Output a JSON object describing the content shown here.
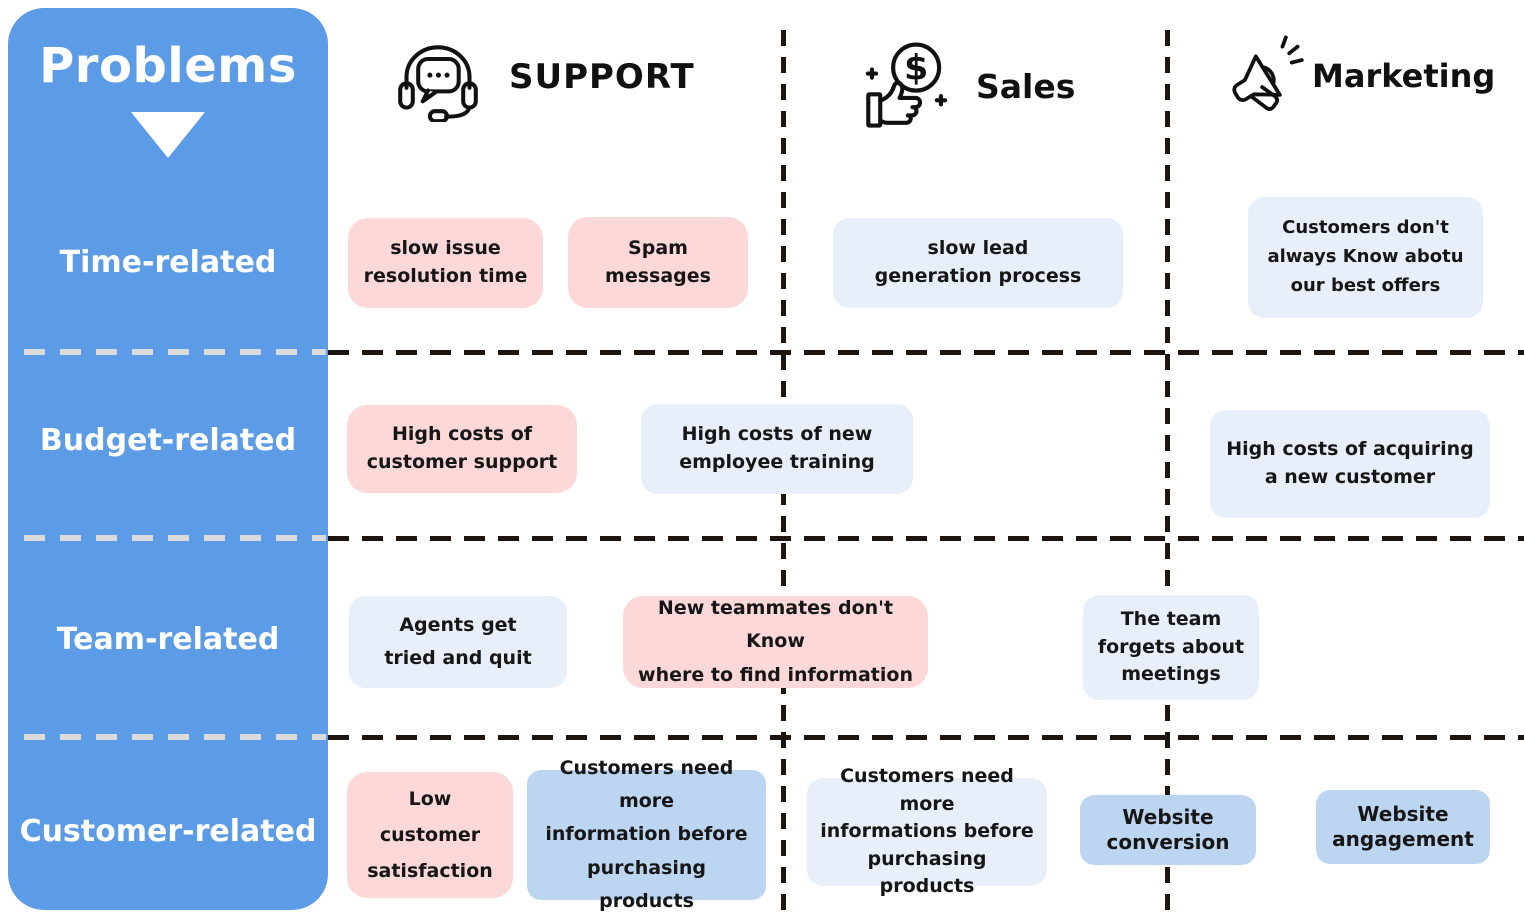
{
  "sidebar": {
    "title": "Problems",
    "rows": [
      {
        "label": "Time-related"
      },
      {
        "label": "Budget-related"
      },
      {
        "label": "Team-related"
      },
      {
        "label": "Customer-related"
      }
    ]
  },
  "columns": [
    {
      "label": "SUPPORT",
      "icon": "headset-chat-icon"
    },
    {
      "label": "Sales",
      "icon": "hand-holding-dollar-icon"
    },
    {
      "label": "Marketing",
      "icon": "megaphone-icon"
    }
  ],
  "cards": [
    {
      "text": "slow issue\nresolution time",
      "color": "pink",
      "row": "Time-related",
      "column": "SUPPORT"
    },
    {
      "text": "Spam\nmessages",
      "color": "pink",
      "row": "Time-related",
      "column": "SUPPORT"
    },
    {
      "text": "slow lead\ngeneration process",
      "color": "light-blue",
      "row": "Time-related",
      "column": "Sales"
    },
    {
      "text": "Customers don't\nalways Know abotu\nour best offers",
      "color": "light-blue",
      "row": "Time-related",
      "column": "Marketing"
    },
    {
      "text": "High costs of\ncustomer support",
      "color": "pink",
      "row": "Budget-related",
      "column": "SUPPORT"
    },
    {
      "text": "High costs of new\nemployee training",
      "color": "light-blue",
      "row": "Budget-related",
      "column": "SUPPORT/Sales"
    },
    {
      "text": "High costs of acquiring\na new customer",
      "color": "light-blue",
      "row": "Budget-related",
      "column": "Marketing"
    },
    {
      "text": "Agents get\ntried and quit",
      "color": "light-blue",
      "row": "Team-related",
      "column": "SUPPORT"
    },
    {
      "text": "New teammates don't Know\nwhere to find information",
      "color": "pink",
      "row": "Team-related",
      "column": "SUPPORT/Sales"
    },
    {
      "text": "The team\nforgets about\nmeetings",
      "color": "light-blue",
      "row": "Team-related",
      "column": "Sales/Marketing"
    },
    {
      "text": "Low\ncustomer\nsatisfaction",
      "color": "pink",
      "row": "Customer-related",
      "column": "SUPPORT"
    },
    {
      "text": "Customers need more\ninformation before\npurchasing products",
      "color": "medium-blue",
      "row": "Customer-related",
      "column": "SUPPORT"
    },
    {
      "text": "Customers need more\ninformations before\npurchasing products",
      "color": "light-blue",
      "row": "Customer-related",
      "column": "Sales"
    },
    {
      "text": "Website\nconversion",
      "color": "medium-blue",
      "row": "Customer-related",
      "column": "Sales/Marketing"
    },
    {
      "text": "Website\nangagement",
      "color": "medium-blue",
      "row": "Customer-related",
      "column": "Marketing"
    }
  ],
  "colors": {
    "sidebar_blue": "#5C9CE6",
    "card_pink": "#FCD8D8",
    "card_light_blue": "#E9EFFA",
    "card_medium_blue": "#BCD6F2",
    "line_dark": "#1E1410",
    "line_light": "#DBDBDB",
    "text_dark": "#161616"
  }
}
